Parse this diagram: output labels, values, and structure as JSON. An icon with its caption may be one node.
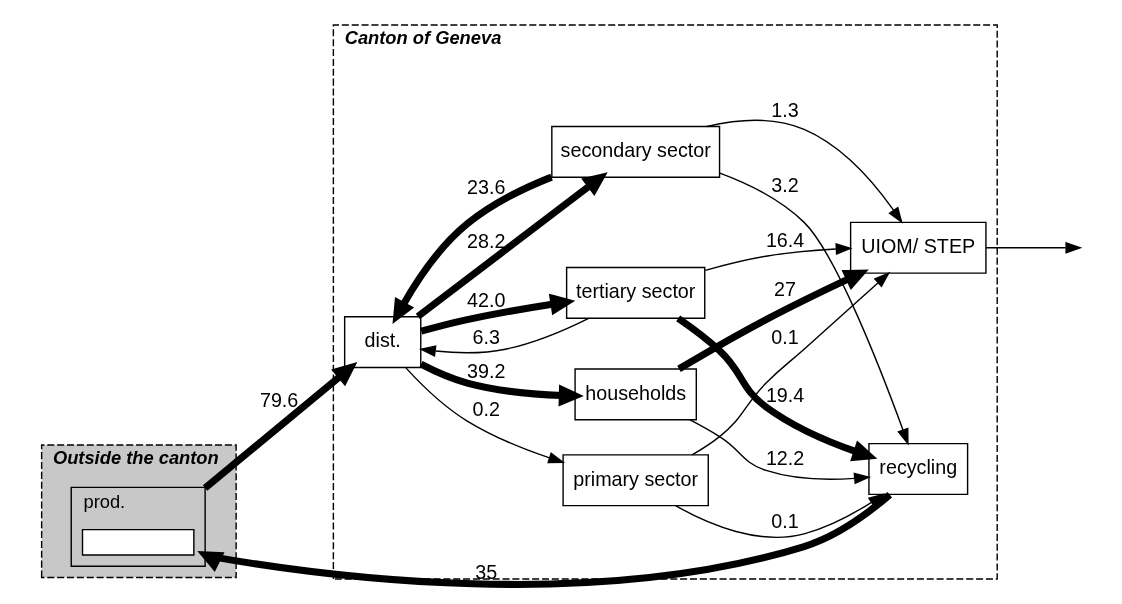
{
  "diagram": {
    "nodes": [
      {
        "text": [
          "Outside the canton"
        ]
      },
      {
        "text": [
          "Canton of Geneva"
        ]
      },
      {
        "text": [
          "prod."
        ],
        "in": 0
      },
      {
        "text": [],
        "shape": "box",
        "in": 2
      },
      {
        "text": [
          "dist."
        ],
        "in": 1
      },
      {
        "text": [
          "primary sector"
        ],
        "in": 1
      },
      {
        "text": [
          "secondary sector"
        ],
        "in": 1
      },
      {
        "text": [
          "tertiary sector"
        ],
        "in": 1
      },
      {
        "text": [
          "households"
        ],
        "in": 1
      },
      {
        "text": [
          "UIOM/ STEP"
        ],
        "in": 1
      },
      {
        "text": [
          "recycling"
        ],
        "in": 1
      }
    ],
    "edges": [
      {
        "from": 2,
        "to": 4,
        "arrow": "to",
        "label": "79.6",
        "style": "thick"
      },
      {
        "from": 4,
        "to": 5,
        "arrow": "to",
        "label": "0.2"
      },
      {
        "from": 4,
        "to": 6,
        "arrow": "to",
        "label": "28.2",
        "style": "thick"
      },
      {
        "from": 6,
        "to": 4,
        "arrow": "to",
        "label": "23.6",
        "style": "thick"
      },
      {
        "from": 4,
        "to": 7,
        "arrow": "to",
        "label": "42.0",
        "style": "thick"
      },
      {
        "from": 7,
        "to": 4,
        "arrow": "to",
        "label": "6.3"
      },
      {
        "from": 4,
        "to": 8,
        "arrow": "to",
        "label": "39.2",
        "style": "thick"
      },
      {
        "from": 5,
        "to": 9,
        "arrow": "to",
        "label": "0.1"
      },
      {
        "from": 5,
        "to": 10,
        "arrow": "to",
        "label": "0.1"
      },
      {
        "from": 6,
        "to": 9,
        "arrow": "to",
        "label": "1.3"
      },
      {
        "from": 6,
        "to": 10,
        "arrow": "to",
        "label": "3.2"
      },
      {
        "from": 7,
        "to": 9,
        "arrow": "to",
        "label": "16.4"
      },
      {
        "from": 7,
        "to": 10,
        "arrow": "to",
        "label": "19.4",
        "style": "thick"
      },
      {
        "from": 8,
        "to": 9,
        "arrow": "to",
        "label": "27",
        "style": "thick"
      },
      {
        "from": 8,
        "to": 10,
        "arrow": "to",
        "label": "12.2"
      },
      {
        "from": 10,
        "to": 2,
        "arrow": "to",
        "label": "35",
        "style": "thick"
      },
      {
        "from": 9,
        "to": null,
        "arrow": "to"
      }
    ]
  }
}
